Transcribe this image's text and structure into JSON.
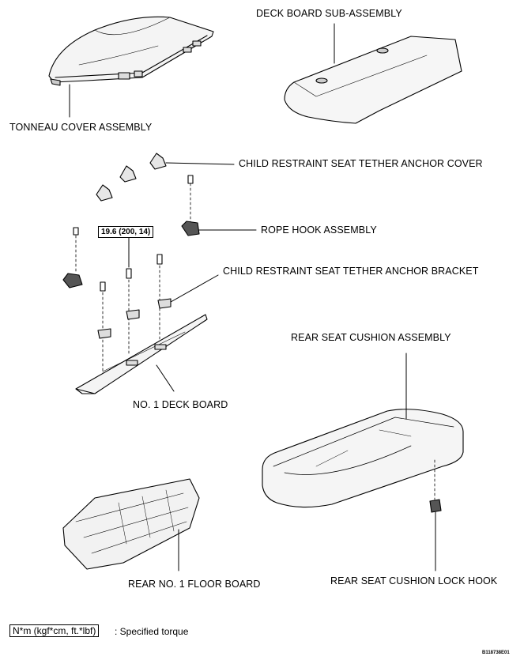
{
  "labels": {
    "deck_board_sub": "DECK BOARD SUB-ASSEMBLY",
    "tonneau_cover": "TONNEAU COVER ASSEMBLY",
    "tether_anchor_cover": "CHILD RESTRAINT SEAT TETHER ANCHOR COVER",
    "rope_hook": "ROPE HOOK ASSEMBLY",
    "tether_anchor_bracket": "CHILD RESTRAINT SEAT TETHER ANCHOR BRACKET",
    "rear_seat_cushion": "REAR SEAT CUSHION ASSEMBLY",
    "no1_deck_board": "NO. 1 DECK BOARD",
    "rear_no1_floor_board": "REAR NO. 1 FLOOR BOARD",
    "rear_seat_lock_hook": "REAR SEAT CUSHION LOCK HOOK"
  },
  "torque": {
    "value": "19.6 (200, 14)"
  },
  "legend": {
    "unit": "N*m (kgf*cm, ft.*lbf)",
    "description": ": Specified torque"
  },
  "figure_ref": "B118738E01"
}
